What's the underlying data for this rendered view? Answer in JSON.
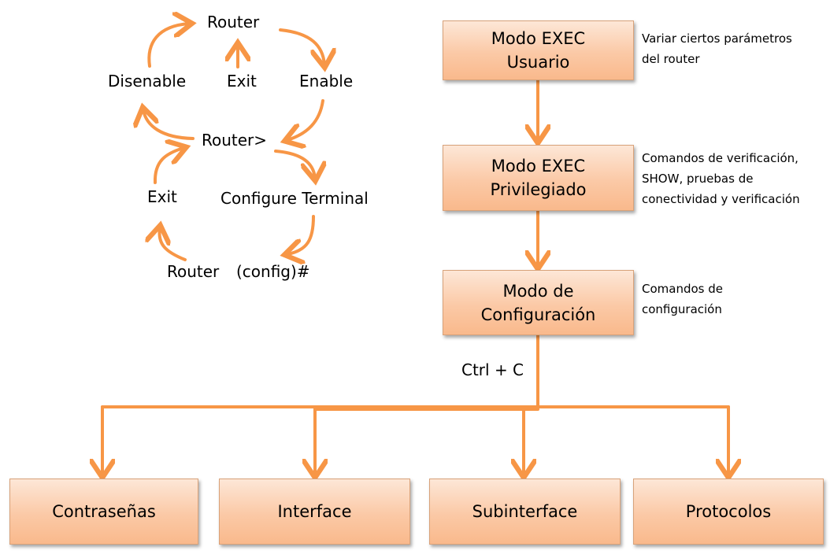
{
  "cycle": {
    "router_top": "Router",
    "disenable": "Disenable",
    "exit_top": "Exit",
    "enable": "Enable",
    "router_prompt": "Router>",
    "exit_bottom": "Exit",
    "configure_terminal": "Configure Terminal",
    "router_bottom": "Router",
    "config_prompt": "(config)#"
  },
  "modes": {
    "user_exec": {
      "line1": "Modo EXEC",
      "line2": "Usuario",
      "note_line1": "Variar ciertos parámetros",
      "note_line2": "del router"
    },
    "privileged_exec": {
      "line1": "Modo EXEC",
      "line2": "Privilegiado",
      "note_line1": "Comandos de verificación,",
      "note_line2": "SHOW,  pruebas de",
      "note_line3": "conectividad y verificación"
    },
    "config": {
      "line1": "Modo de",
      "line2": "Configuración",
      "note_line1": "Comandos de",
      "note_line2": "configuración"
    },
    "shortcut": "Ctrl + C"
  },
  "submodes": {
    "contrasenas": "Contraseñas",
    "interface": "Interface",
    "subinterface": "Subinterface",
    "protocolos": "Protocolos"
  },
  "colors": {
    "arrow": "#f79646",
    "box_border": "#d8a27a"
  }
}
